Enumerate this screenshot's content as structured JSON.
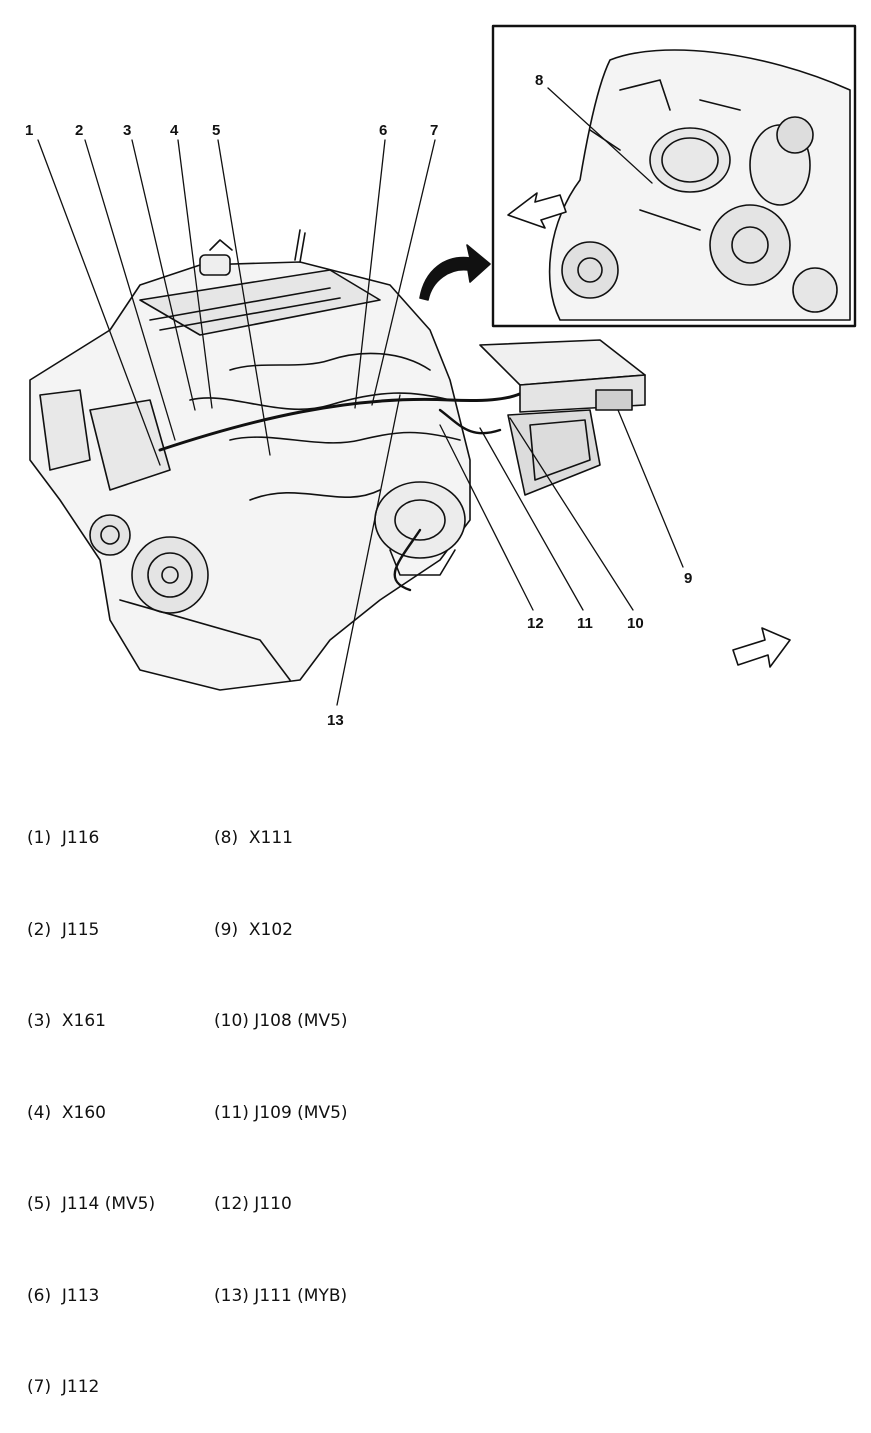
{
  "callouts": [
    "1",
    "2",
    "3",
    "4",
    "5",
    "6",
    "7",
    "8",
    "9",
    "10",
    "11",
    "12",
    "13"
  ],
  "legend": {
    "left": [
      "(1)  J116",
      "(2)  J115",
      "(3)  X161",
      "(4)  X160",
      "(5)  J114 (MV5)",
      "(6)  J113",
      "(7)  J112"
    ],
    "right": [
      "(8)  X111",
      "(9)  X102",
      "(10) J108 (MV5)",
      "(11) J109 (MV5)",
      "(12) J110",
      "(13) J111 (MYB)"
    ]
  }
}
